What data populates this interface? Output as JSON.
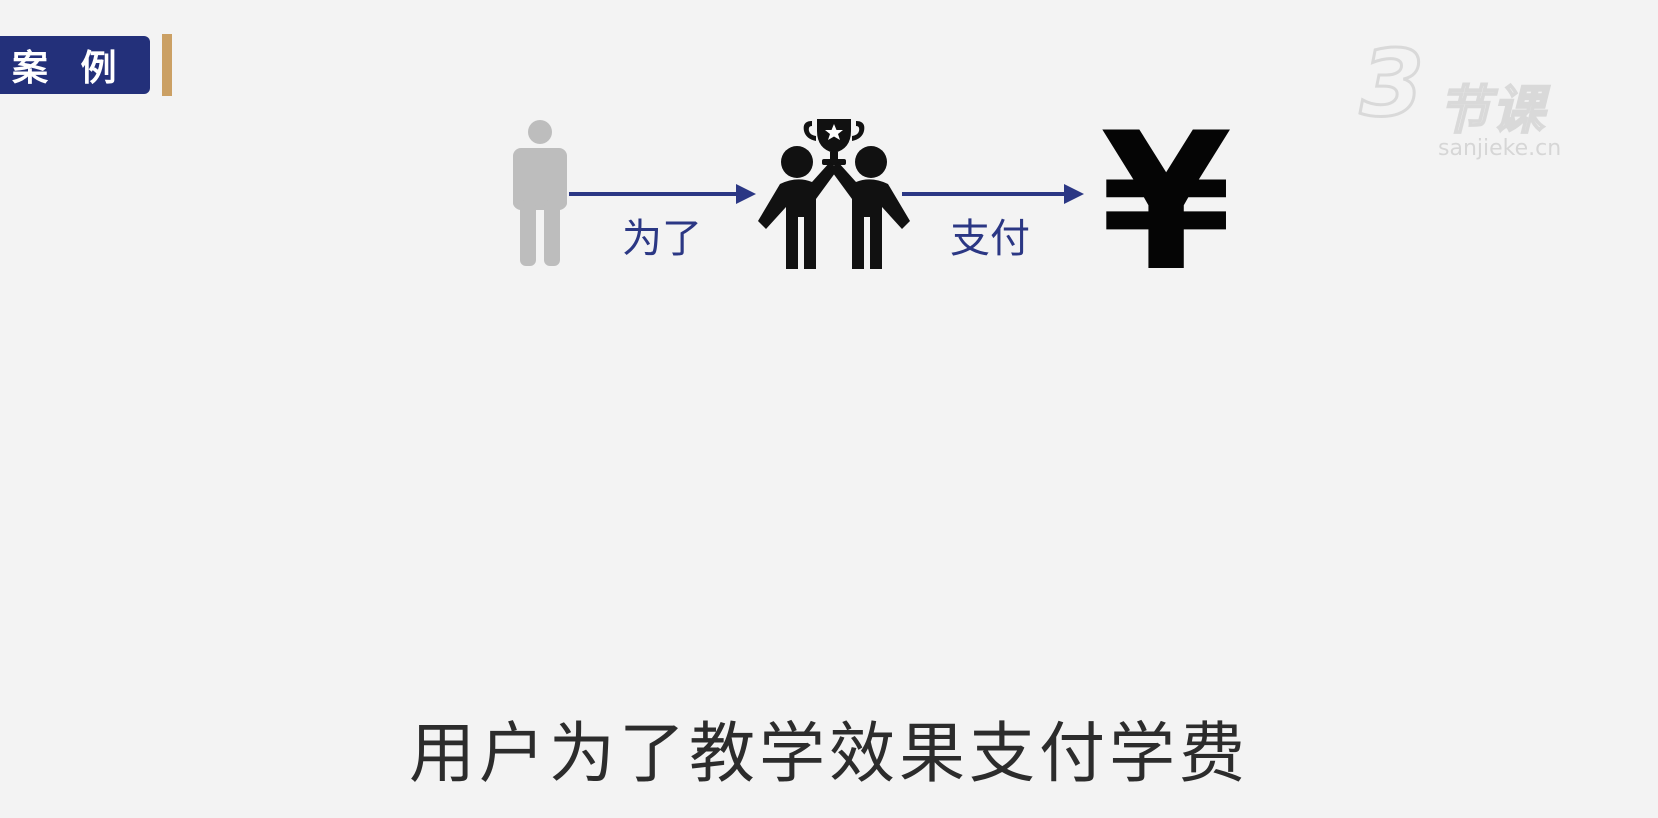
{
  "tag": {
    "label": "案 例",
    "color": "#23307a",
    "accent_color": "#cba064"
  },
  "watermark": {
    "logo_glyph": "3",
    "name": "节课",
    "url": "sanjieke.cn"
  },
  "diagram": {
    "nodes": [
      {
        "icon": "person-icon",
        "color": "#bdbdbd"
      },
      {
        "icon": "teamwork-trophy-icon",
        "color": "#111111"
      },
      {
        "icon": "yen-icon",
        "text": "¥",
        "color": "#050505"
      }
    ],
    "edges": [
      {
        "label": "为了",
        "color": "#2b3784"
      },
      {
        "label": "支付",
        "color": "#2b3784"
      }
    ]
  },
  "subtitle": {
    "text": "用户为了教学效果支付学费"
  }
}
